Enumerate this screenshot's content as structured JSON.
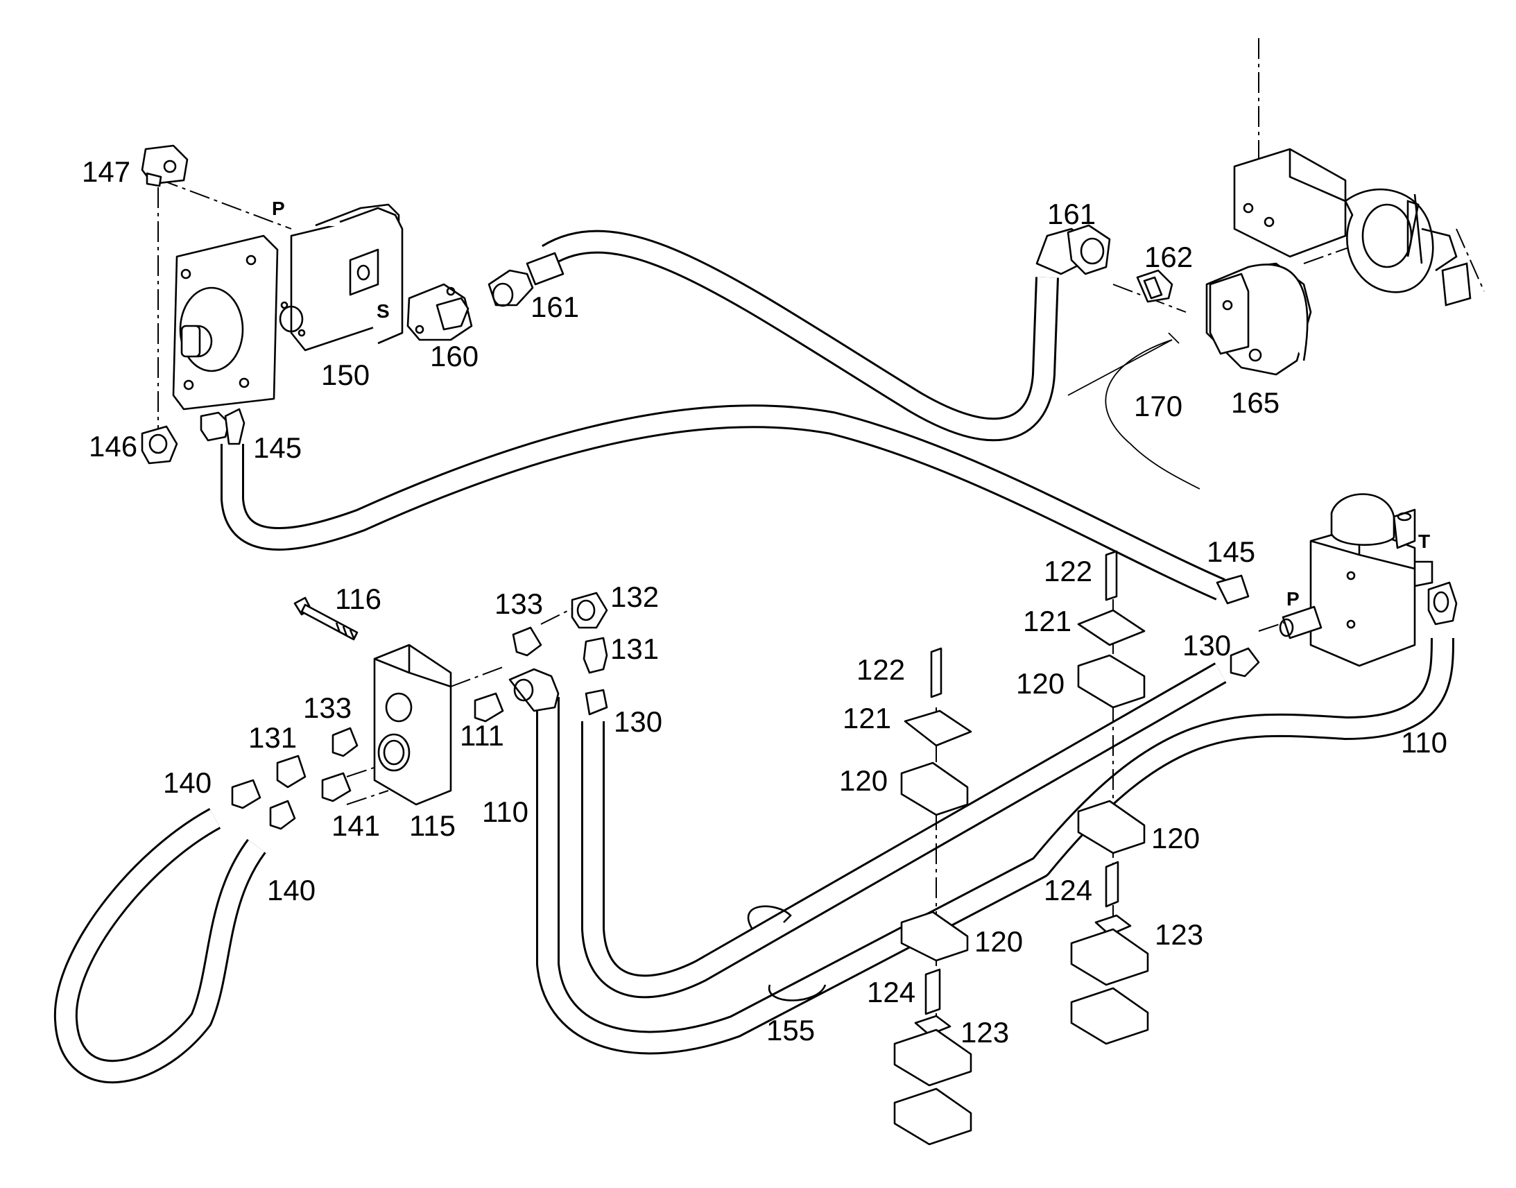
{
  "callouts": {
    "c147": "147",
    "c150": "150",
    "c146": "146",
    "c145a": "145",
    "c160": "160",
    "c161a": "161",
    "c161b": "161",
    "c162": "162",
    "c170": "170",
    "c165": "165",
    "c145b": "145",
    "c116": "116",
    "c133a": "133",
    "c132": "132",
    "c131a": "131",
    "c130a": "130",
    "c122a": "122",
    "c121a": "121",
    "c120a": "120",
    "c122b": "122",
    "c121b": "121",
    "c120b": "120",
    "c130b": "130",
    "c110a": "110",
    "c133b": "133",
    "c131b": "131",
    "c140a": "140",
    "c111": "111",
    "c141": "141",
    "c115": "115",
    "c110b": "110",
    "c140b": "140",
    "c120c": "120",
    "c120d": "120",
    "c124a": "124",
    "c123a": "123",
    "c124b": "124",
    "c123b": "123",
    "c155": "155"
  },
  "ports": {
    "p_pump": "P",
    "s_pump": "S",
    "p_valve": "P",
    "t_valve": "T"
  }
}
